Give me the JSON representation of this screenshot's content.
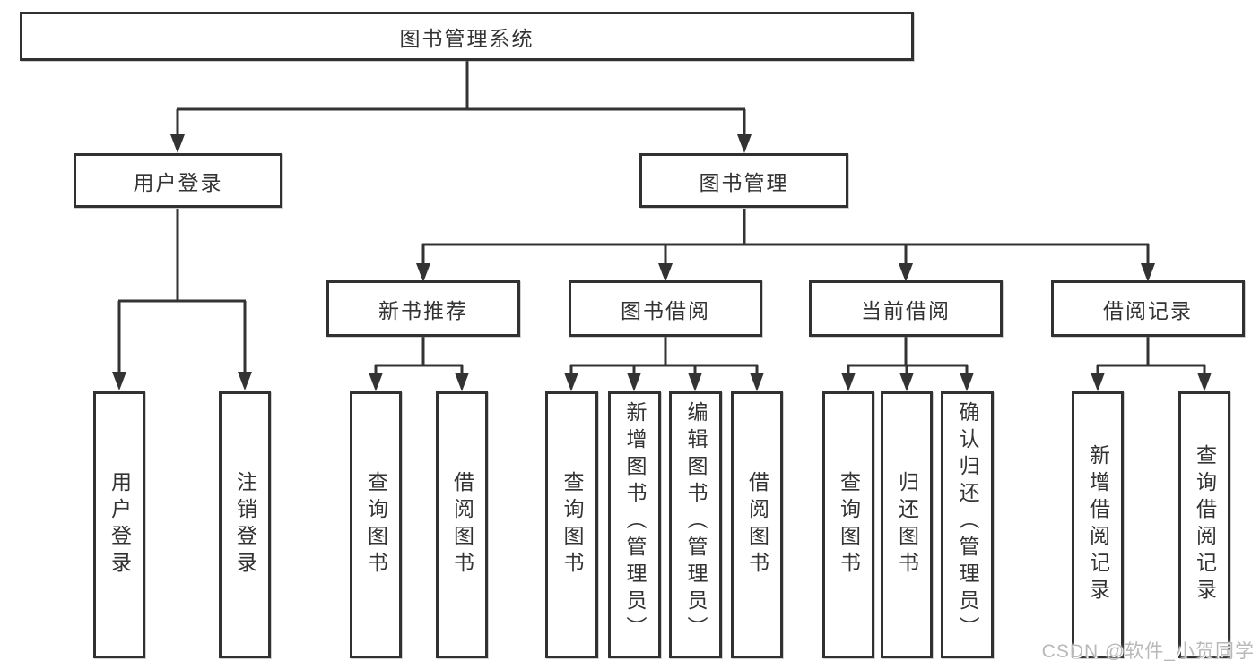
{
  "tree": {
    "root": {
      "label": "图书管理系统"
    },
    "children": [
      {
        "label": "用户登录",
        "children": [
          {
            "label": "用户登录"
          },
          {
            "label": "注销登录"
          }
        ]
      },
      {
        "label": "图书管理",
        "children": [
          {
            "label": "新书推荐",
            "children": [
              {
                "label": "查询图书"
              },
              {
                "label": "借阅图书"
              }
            ]
          },
          {
            "label": "图书借阅",
            "children": [
              {
                "label": "查询图书"
              },
              {
                "label": "新增图书（管理员）"
              },
              {
                "label": "编辑图书（管理员）"
              },
              {
                "label": "借阅图书"
              }
            ]
          },
          {
            "label": "当前借阅",
            "children": [
              {
                "label": "查询图书"
              },
              {
                "label": "归还图书"
              },
              {
                "label": "确认归还（管理员）"
              }
            ]
          },
          {
            "label": "借阅记录",
            "children": [
              {
                "label": "新增借阅记录"
              },
              {
                "label": "查询借阅记录"
              }
            ]
          }
        ]
      }
    ]
  },
  "watermark": {
    "text": "CSDN @软件_小贺同学"
  },
  "colors": {
    "line": "#333333",
    "box_border": "#313131",
    "text": "#333333",
    "background": "#ffffff",
    "watermark": "#b9b9b9"
  }
}
